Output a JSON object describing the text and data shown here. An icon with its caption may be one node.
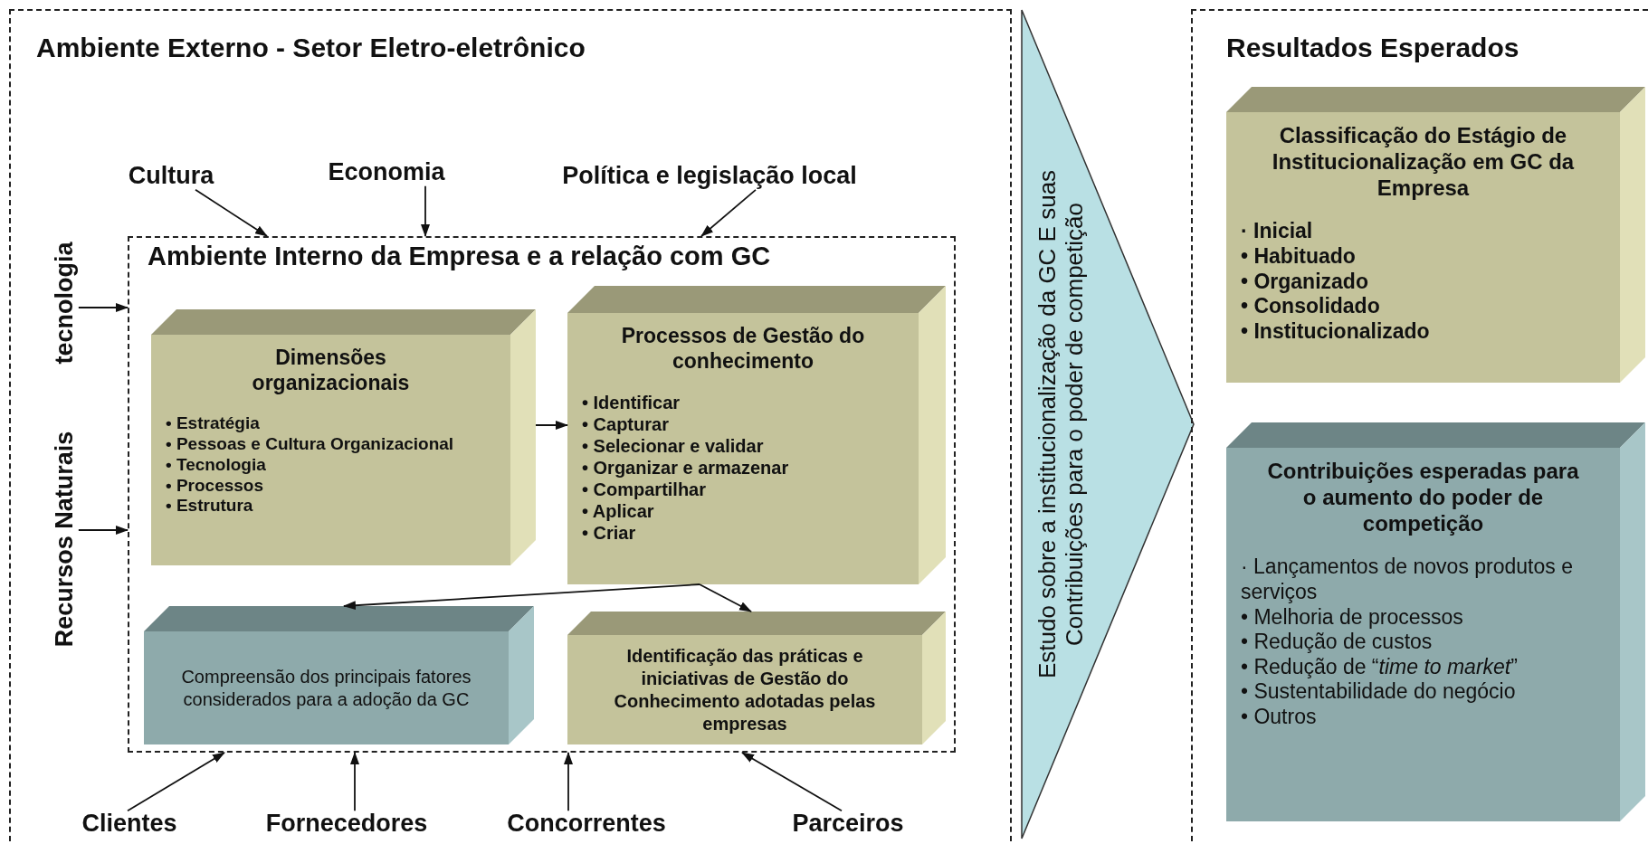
{
  "diagram": {
    "nodes": [
      {
        "text": [
          "Ambiente Externo - Setor Eletro-eletrônico"
        ]
      },
      {
        "text": [
          "Ambiente Interno da Empresa e a relação com GC"
        ],
        "in": 0
      },
      {
        "text": [
          "Dimensões organizacionais",
          "• Estratégia",
          "• Pessoas e Cultura Organizacional",
          "• Tecnologia",
          "• Processos",
          "• Estrutura"
        ],
        "in": 1
      },
      {
        "text": [
          "Processos de Gestão do conhecimento",
          "• Identificar",
          "• Capturar",
          "• Selecionar e validar",
          "• Organizar e armazenar",
          "• Compartilhar",
          "• Aplicar",
          "• Criar"
        ],
        "in": 1
      },
      {
        "text": [
          "Compreensão dos principais fatores considerados para a adoção da GC"
        ],
        "in": 1
      },
      {
        "text": [
          "Identificação das práticas e iniciativas de Gestão do Conhecimento adotadas pelas empresas"
        ],
        "in": 1
      },
      {
        "text": [
          "Cultura"
        ],
        "in": 0
      },
      {
        "text": [
          "Economia"
        ],
        "in": 0
      },
      {
        "text": [
          "Política e legislação local"
        ],
        "in": 0
      },
      {
        "text": [
          "tecnologia"
        ],
        "in": 0
      },
      {
        "text": [
          "Recursos Naturais"
        ],
        "in": 0
      },
      {
        "text": [
          "Clientes"
        ],
        "in": 0
      },
      {
        "text": [
          "Fornecedores"
        ],
        "in": 0
      },
      {
        "text": [
          "Concorrentes"
        ],
        "in": 0
      },
      {
        "text": [
          "Parceiros"
        ],
        "in": 0
      },
      {
        "text": [
          "Estudo sobre a institucionalização da GC E suas Contribuições para o poder de competição"
        ]
      },
      {
        "text": [
          "Resultados Esperados"
        ]
      },
      {
        "text": [
          "Classificação do Estágio de Institucionalização em GC da Empresa",
          "· Inicial",
          "• Habituado",
          "• Organizado",
          "• Consolidado",
          "• Institucionalizado"
        ],
        "in": 16
      },
      {
        "text": [
          "Contribuições esperadas para o aumento do poder de competição",
          "· Lançamentos de novos produtos e serviços",
          "• Melhoria de processos",
          "• Redução de custos",
          "• Redução de “*time to market*”",
          "• Sustentabilidade do negócio",
          "• Outros"
        ],
        "in": 16
      }
    ],
    "edges": [
      {
        "from": 2,
        "to": 3,
        "arrow": "to"
      },
      {
        "from": 3,
        "to": 4,
        "arrow": "to"
      },
      {
        "from": 3,
        "to": 5,
        "arrow": "to"
      },
      {
        "from": 6,
        "to": 1,
        "arrow": "to"
      },
      {
        "from": 7,
        "to": 1,
        "arrow": "to"
      },
      {
        "from": 8,
        "to": 1,
        "arrow": "to"
      },
      {
        "from": 9,
        "to": 1,
        "arrow": "to"
      },
      {
        "from": 10,
        "to": 1,
        "arrow": "to"
      },
      {
        "from": 11,
        "to": 1,
        "arrow": "to"
      },
      {
        "from": 12,
        "to": 1,
        "arrow": "to"
      },
      {
        "from": 13,
        "to": 1,
        "arrow": "to"
      },
      {
        "from": 14,
        "to": 1,
        "arrow": "to"
      }
    ]
  }
}
